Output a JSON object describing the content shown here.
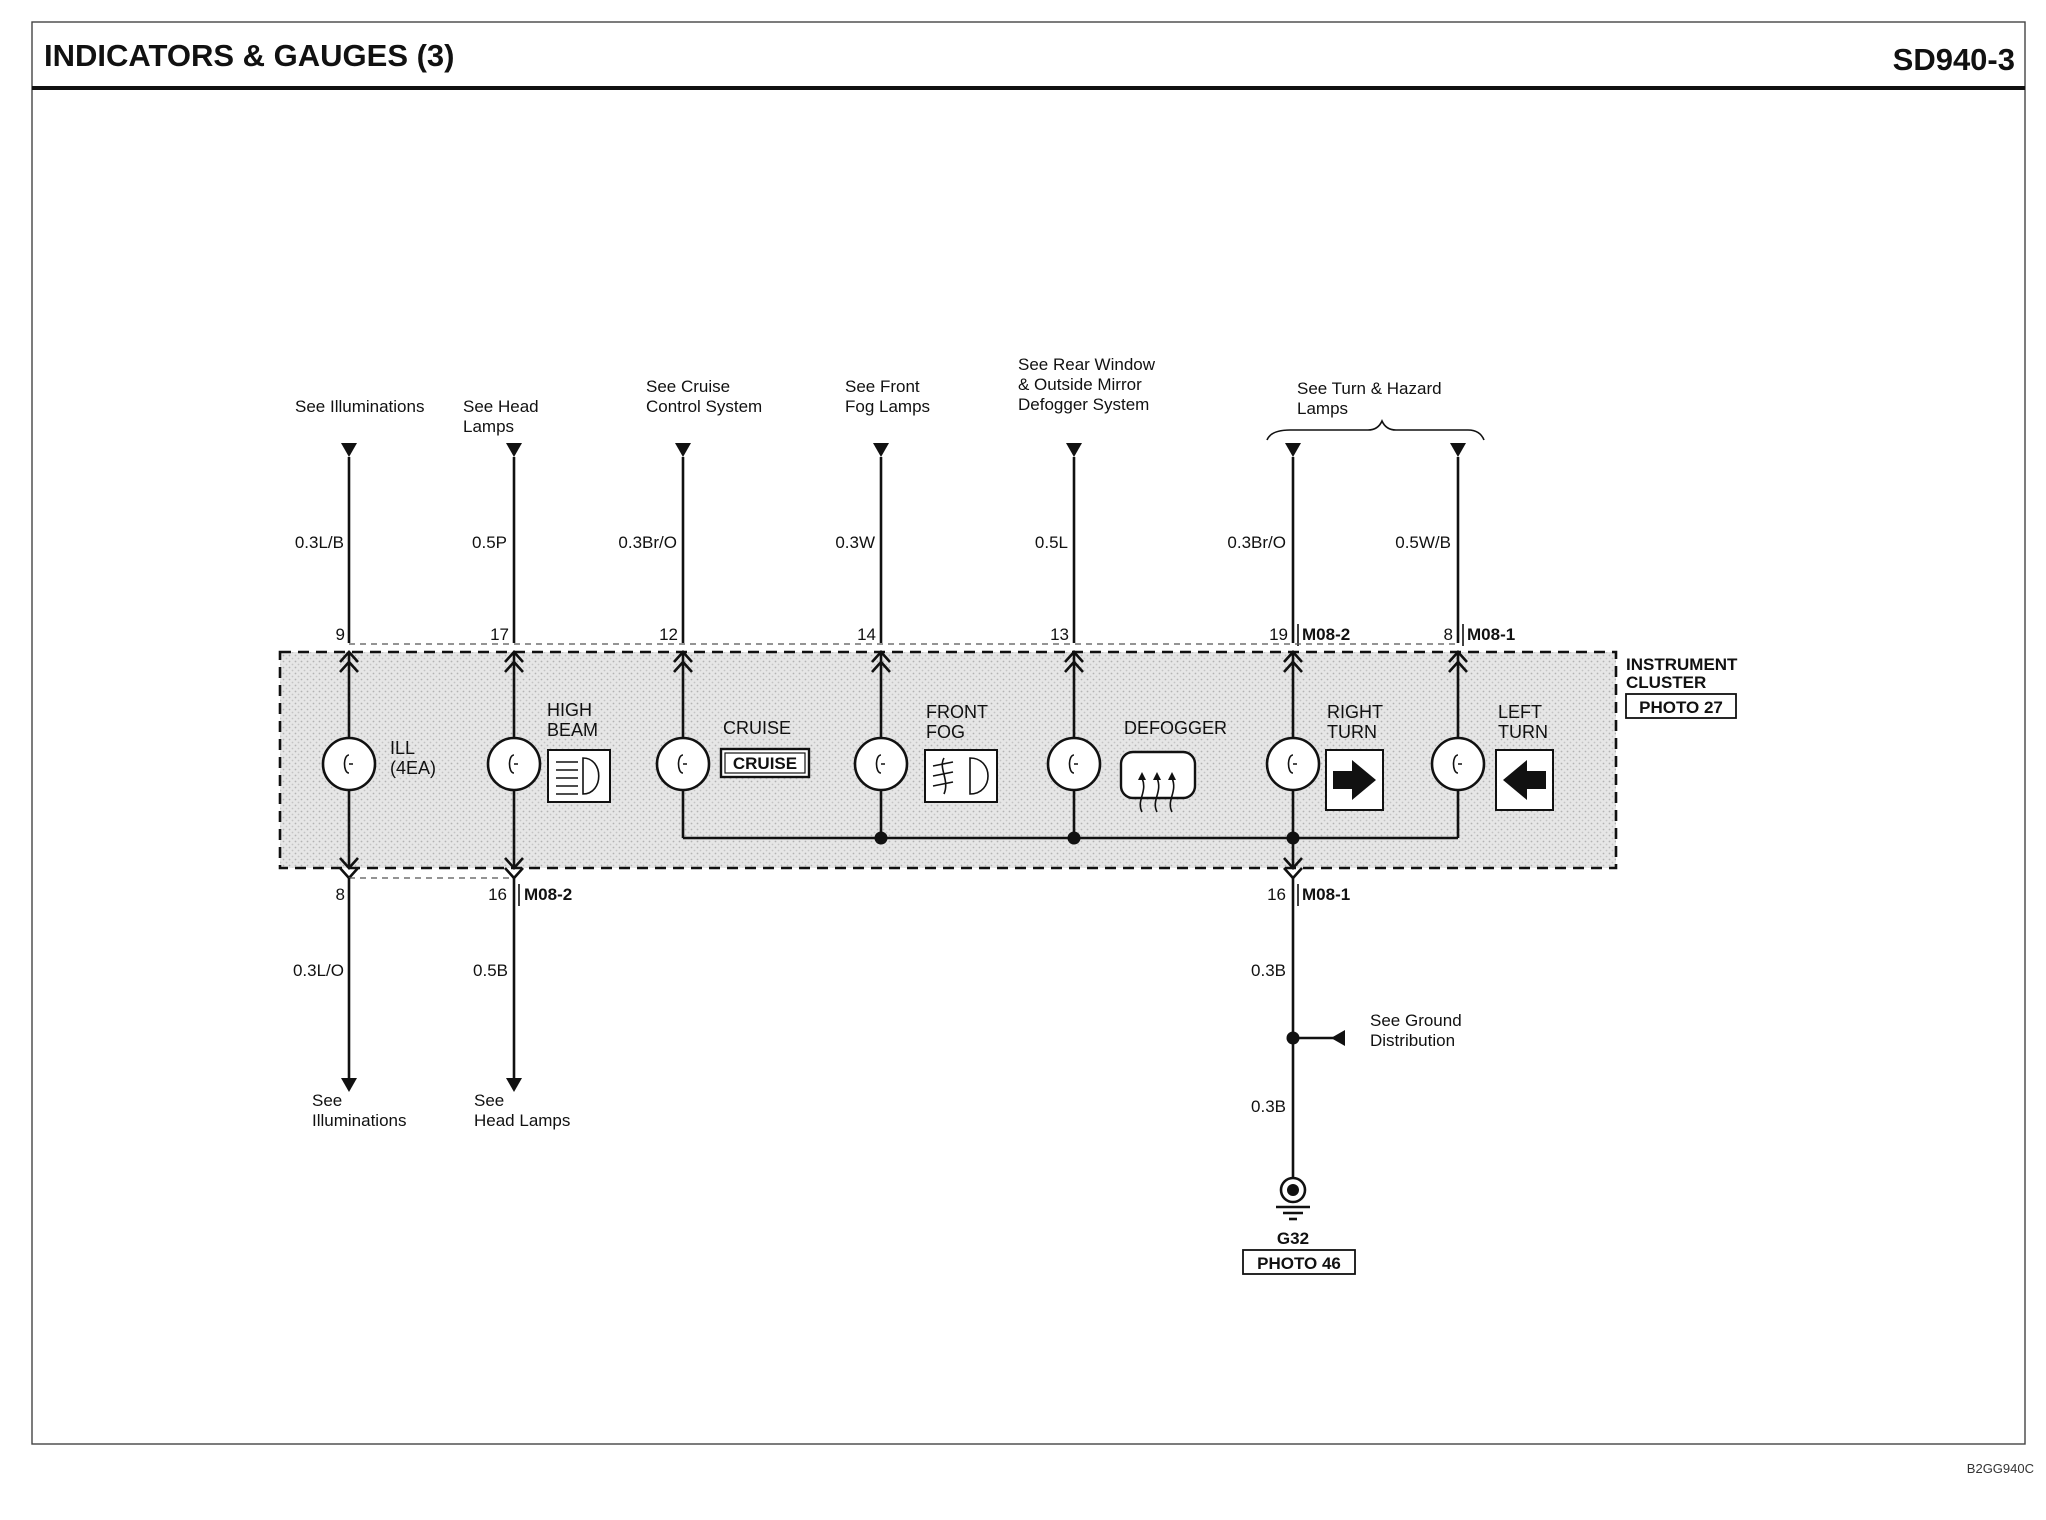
{
  "header": {
    "title": "INDICATORS & GAUGES (3)",
    "code": "SD940-3"
  },
  "footer": {
    "code": "B2GG940C"
  },
  "top_refs": {
    "ill": [
      "See Illuminations"
    ],
    "head": [
      "See Head",
      "Lamps"
    ],
    "cruise": [
      "See Cruise",
      "Control System"
    ],
    "fog": [
      "See Front",
      "Fog Lamps"
    ],
    "defog": [
      "See Rear Window",
      "& Outside Mirror",
      "Defogger System"
    ],
    "turn": [
      "See Turn & Hazard",
      "Lamps"
    ]
  },
  "wires_top": [
    "0.3L/B",
    "0.5P",
    "0.3Br/O",
    "0.3W",
    "0.5L",
    "0.3Br/O",
    "0.5W/B"
  ],
  "pins_top": [
    "9",
    "17",
    "12",
    "14",
    "13",
    "19",
    "8"
  ],
  "connectors_top": [
    "M08-2",
    "M08-1"
  ],
  "cluster": {
    "name": [
      "INSTRUMENT",
      "CLUSTER"
    ],
    "photo": "PHOTO 27"
  },
  "indicators": {
    "ill": [
      "ILL",
      "(4EA)"
    ],
    "high_beam": [
      "HIGH",
      "BEAM"
    ],
    "cruise": [
      "CRUISE"
    ],
    "cruise_badge": "CRUISE",
    "front_fog": [
      "FRONT",
      "FOG"
    ],
    "defogger": [
      "DEFOGGER"
    ],
    "right_turn": [
      "RIGHT",
      "TURN"
    ],
    "left_turn": [
      "LEFT",
      "TURN"
    ]
  },
  "pins_bottom": [
    "8",
    "16",
    "16"
  ],
  "connectors_bottom": [
    "M08-2",
    "M08-1"
  ],
  "wires_bottom": [
    "0.3L/O",
    "0.5B",
    "0.3B",
    "0.3B"
  ],
  "bottom_refs": {
    "ill": [
      "See",
      "Illuminations"
    ],
    "head": [
      "See",
      "Head Lamps"
    ],
    "ground": [
      "See Ground",
      "Distribution"
    ]
  },
  "ground": {
    "name": "G32",
    "photo": "PHOTO 46"
  }
}
